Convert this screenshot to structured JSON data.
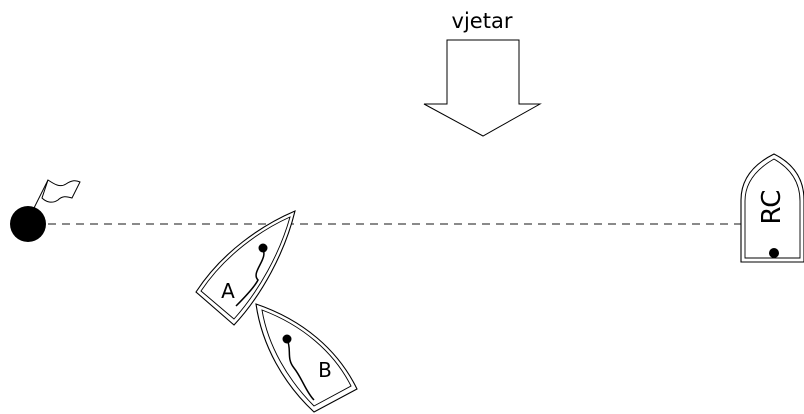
{
  "wind": {
    "label": "vjetar"
  },
  "committee_boat": {
    "label": "RC"
  },
  "boats": [
    {
      "label": "A"
    },
    {
      "label": "B"
    }
  ],
  "colors": {
    "ink": "#000000",
    "background": "#ffffff"
  },
  "icons": {
    "pin_mark": "buoy-with-flag",
    "committee_boat": "rc-boat",
    "wind": "down-arrow"
  }
}
